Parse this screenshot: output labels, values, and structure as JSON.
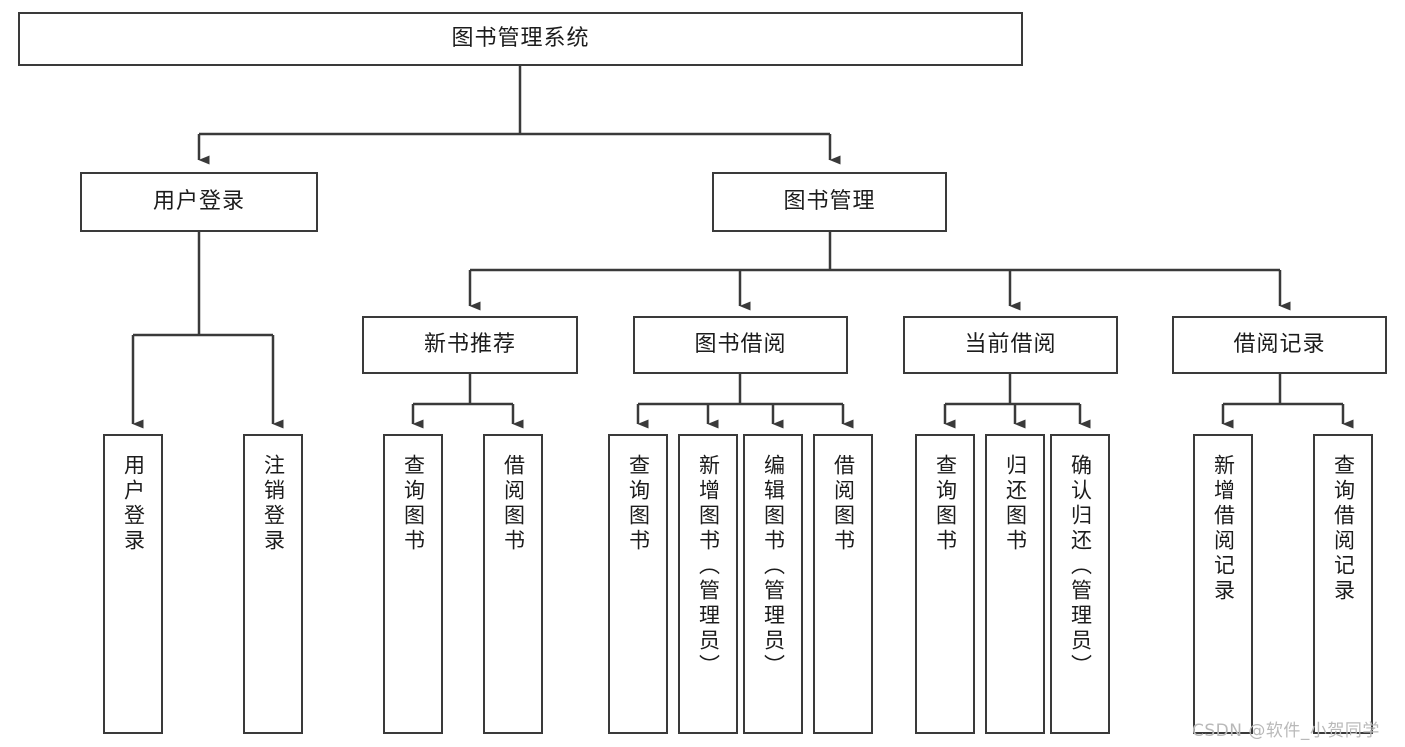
{
  "diagram": {
    "type": "tree-hierarchy-chart",
    "title": "图书管理系统",
    "watermark": "CSDN @软件_小贺同学",
    "line_color": "#3a3a3a",
    "box_fill": "#ffffff",
    "text_color": "#1c1c1c",
    "watermark_color": "#b9b9b9"
  },
  "nodes": {
    "root": {
      "label": "图书管理系统"
    },
    "level1": [
      {
        "label": "用户登录"
      },
      {
        "label": "图书管理"
      }
    ],
    "level2": [
      {
        "label": "新书推荐"
      },
      {
        "label": "图书借阅"
      },
      {
        "label": "当前借阅"
      },
      {
        "label": "借阅记录"
      }
    ],
    "leaves": {
      "user_login": [
        {
          "label": "用户登录"
        },
        {
          "label": "注销登录"
        }
      ],
      "new_book_recommend": [
        {
          "label": "查询图书"
        },
        {
          "label": "借阅图书"
        }
      ],
      "book_borrow": [
        {
          "label": "查询图书"
        },
        {
          "label": "新增图书（管理员）"
        },
        {
          "label": "编辑图书（管理员）"
        },
        {
          "label": "借阅图书"
        }
      ],
      "current_borrow": [
        {
          "label": "查询图书"
        },
        {
          "label": "归还图书"
        },
        {
          "label": "确认归还（管理员）"
        }
      ],
      "borrow_record": [
        {
          "label": "新增借阅记录"
        },
        {
          "label": "查询借阅记录"
        }
      ]
    }
  }
}
